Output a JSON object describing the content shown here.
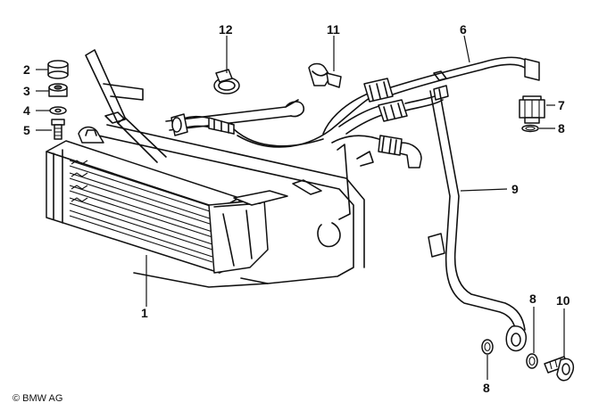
{
  "callouts": {
    "c1": "1",
    "c2": "2",
    "c3": "3",
    "c4": "4",
    "c5": "5",
    "c6": "6",
    "c7": "7",
    "c8a": "8",
    "c8b": "8",
    "c8c": "8",
    "c9": "9",
    "c10": "10",
    "c11": "11",
    "c12": "12"
  },
  "copyright": "© BMW AG"
}
